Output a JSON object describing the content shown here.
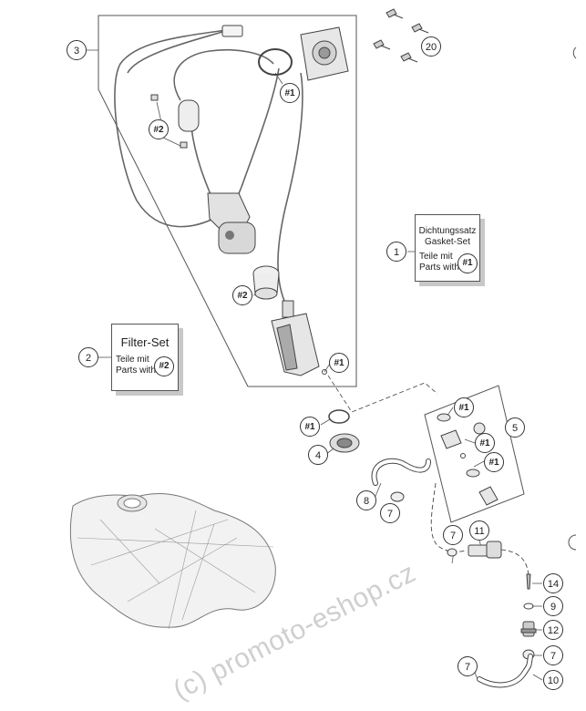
{
  "callouts": {
    "c3": "3",
    "c20": "20",
    "c1a": "#1",
    "c2a": "#2",
    "c2b": "#2",
    "c1b": "#1",
    "c1": "1",
    "c2": "2",
    "c1c": "#1",
    "c1d": "#1",
    "c4": "4",
    "c5": "5",
    "c1e": "#1",
    "c1f": "#1",
    "c8": "8",
    "c7a": "7",
    "c7b": "7",
    "c11": "11",
    "c14": "14",
    "c9": "9",
    "c12": "12",
    "c7c": "7",
    "c7d": "7",
    "c10": "10"
  },
  "gasket_kit": {
    "title_de": "Dichtungssatz",
    "title_en": "Gasket-Set",
    "line_de": "Teile mit",
    "line_en": "Parts with",
    "ref": "#1"
  },
  "filter_kit": {
    "title": "Filter-Set",
    "line_de": "Teile mit",
    "line_en": "Parts with",
    "ref": "#2"
  },
  "watermark": "(c) promoto-eshop.cz"
}
